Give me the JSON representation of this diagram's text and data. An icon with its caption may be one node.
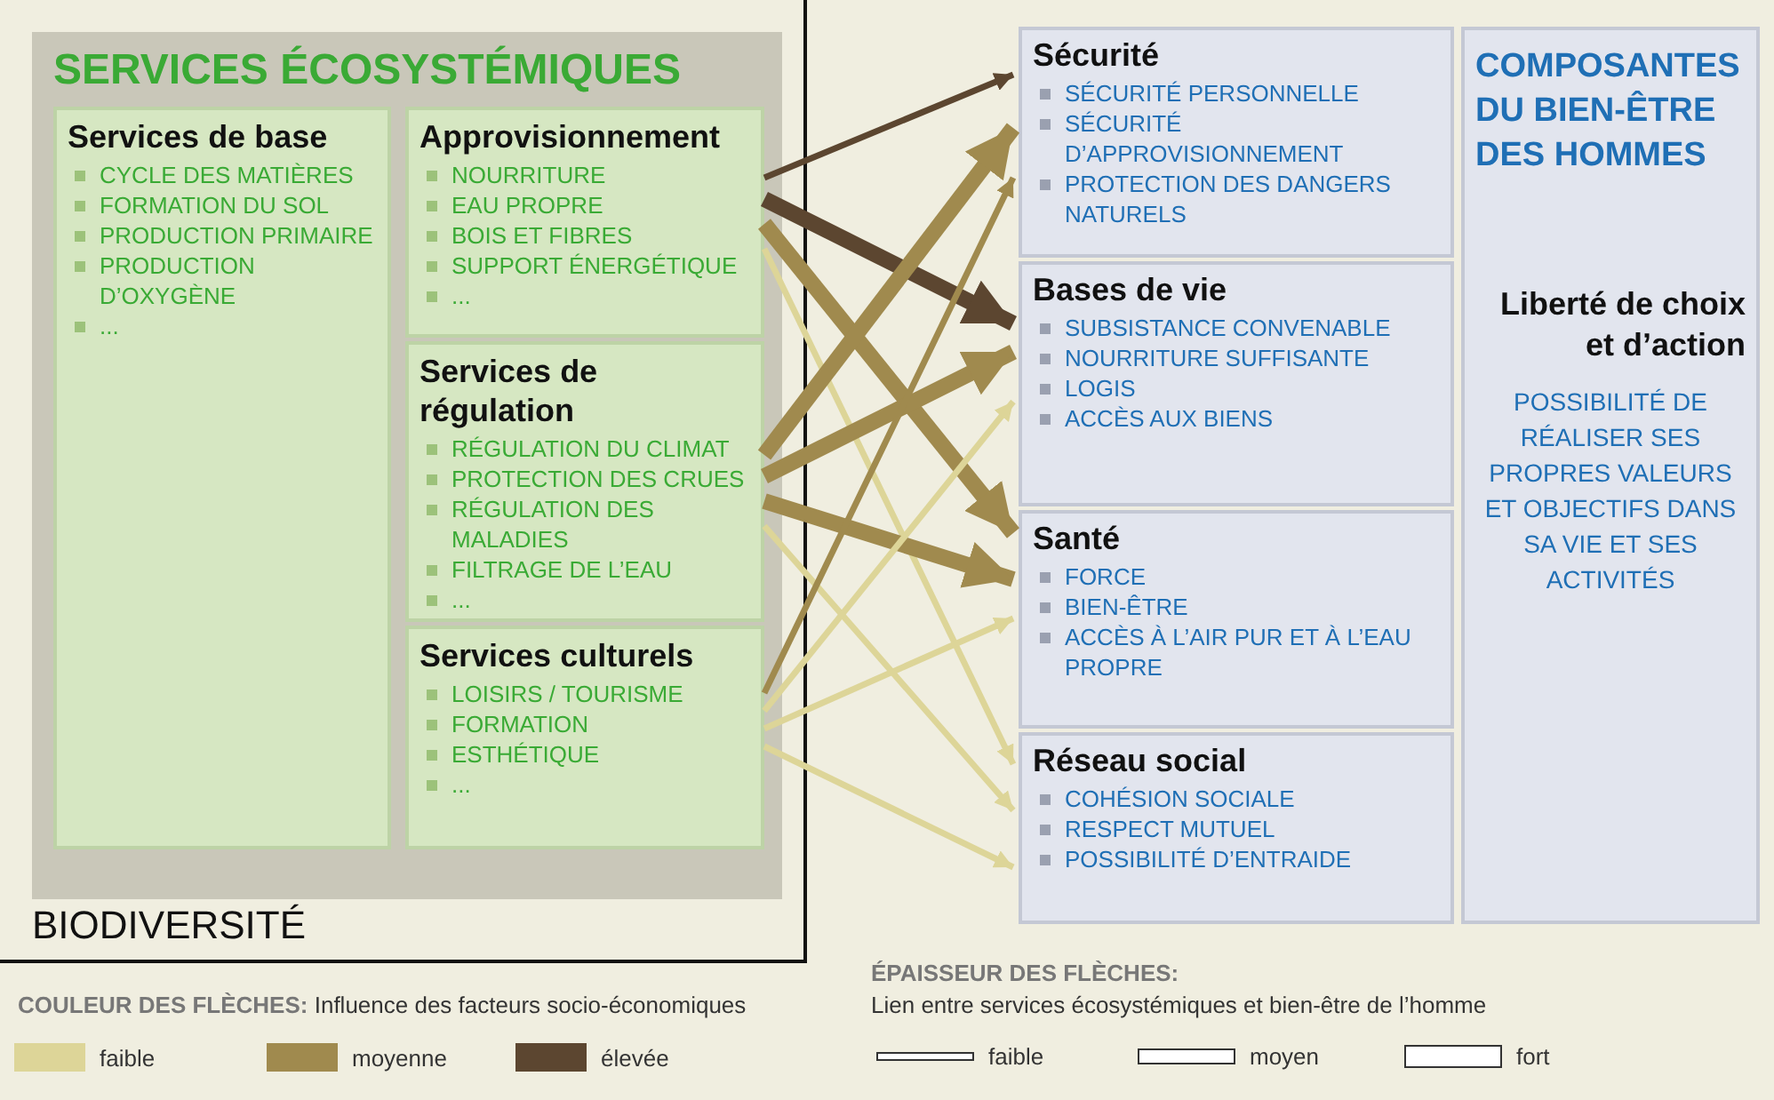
{
  "diagram": {
    "nodes": [
      {
        "text": [
          "BIODIVERSITÉ"
        ]
      },
      {
        "text": [
          "SERVICES ÉCOSYSTÉMIQUES"
        ],
        "in": 0
      },
      {
        "text": [
          "Services de base",
          "CYCLE DES MATIÈRES",
          "FORMATION DU SOL",
          "PRODUCTION PRIMAIRE",
          "PRODUCTION D’OXYGÈNE",
          "..."
        ],
        "in": 1
      },
      {
        "text": [
          "Approvisionnement",
          "NOURRITURE",
          "EAU PROPRE",
          "BOIS ET FIBRES",
          "SUPPORT ÉNERGÉTIQUE",
          "..."
        ],
        "in": 1
      },
      {
        "text": [
          "Services de régulation",
          "RÉGULATION DU CLIMAT",
          "PROTECTION DES CRUES",
          "RÉGULATION DES MALADIES",
          "FILTRAGE DE L’EAU",
          "..."
        ],
        "in": 1
      },
      {
        "text": [
          "Services culturels",
          "LOISIRS / TOURISME",
          "FORMATION",
          "ESTHÉTIQUE",
          "..."
        ],
        "in": 1
      },
      {
        "text": [
          "Sécurité",
          "SÉCURITÉ PERSONNELLE",
          "SÉCURITÉ D’APPROVISIONNEMENT",
          "PROTECTION DES DANGERS NATURELS"
        ]
      },
      {
        "text": [
          "Bases de vie",
          "SUBSISTANCE CONVENABLE",
          "NOURRITURE SUFFISANTE",
          "LOGIS",
          "ACCÈS AUX BIENS"
        ]
      },
      {
        "text": [
          "Santé",
          "FORCE",
          "BIEN-ÊTRE",
          "ACCÈS À L’AIR PUR ET À L’EAU PROPRE"
        ]
      },
      {
        "text": [
          "Réseau social",
          "COHÉSION SOCIALE",
          "RESPECT MUTUEL",
          "POSSIBILITÉ D’ENTRAIDE"
        ]
      },
      {
        "text": [
          "COMPOSANTES DU BIEN-ÊTRE DES HOMMES",
          "Liberté de choix et d’action",
          "POSSIBILITÉ DE RÉALISER SES PROPRES VALEURS ET OBJECTIFS DANS SA VIE ET SES ACTIVITÉS"
        ]
      }
    ],
    "edges": [
      {
        "from": 3,
        "to": 6,
        "arrow": "to",
        "color": "#5c4630"
      },
      {
        "from": 3,
        "to": 7,
        "arrow": "to",
        "style": "thick",
        "color": "#5c4630"
      },
      {
        "from": 3,
        "to": 8,
        "arrow": "to",
        "style": "thick",
        "color": "#a08a4e"
      },
      {
        "from": 3,
        "to": 9,
        "arrow": "to",
        "color": "#ddd598"
      },
      {
        "from": 4,
        "to": 6,
        "arrow": "to",
        "style": "thick",
        "color": "#a08a4e"
      },
      {
        "from": 4,
        "to": 7,
        "arrow": "to",
        "style": "thick",
        "color": "#a08a4e"
      },
      {
        "from": 4,
        "to": 8,
        "arrow": "to",
        "style": "thick",
        "color": "#a08a4e"
      },
      {
        "from": 4,
        "to": 9,
        "arrow": "to",
        "color": "#ddd598"
      },
      {
        "from": 5,
        "to": 6,
        "arrow": "to",
        "color": "#a08a4e"
      },
      {
        "from": 5,
        "to": 7,
        "arrow": "to",
        "color": "#ddd598"
      },
      {
        "from": 5,
        "to": 8,
        "arrow": "to",
        "color": "#ddd598"
      },
      {
        "from": 5,
        "to": 9,
        "arrow": "to",
        "color": "#ddd598"
      }
    ],
    "labels": [
      "**COULEUR DES FLÈCHES:** Influence des facteurs socio-économiques",
      "ÉPAISSEUR DES FLÈCHES:",
      "Lien entre services écosystémiques et bien-être de l’homme"
    ],
    "legend": [
      {
        "text": "faible",
        "color": "#ddd598"
      },
      {
        "text": "moyenne",
        "color": "#a08a4e"
      },
      {
        "text": "élevée",
        "color": "#5c4630"
      },
      {
        "text": "faible"
      },
      {
        "text": "moyen"
      },
      {
        "text": "fort"
      }
    ]
  }
}
